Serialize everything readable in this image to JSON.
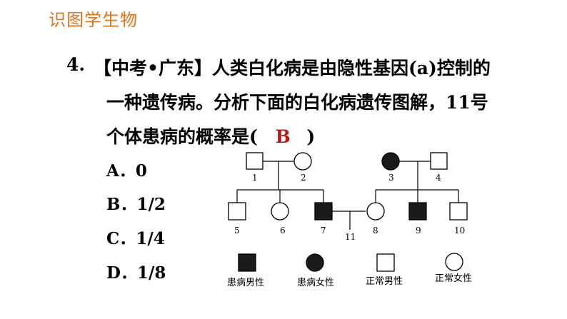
{
  "header": {
    "title": "识图学生物"
  },
  "question": {
    "number": "4.",
    "line1": "【中考•广东】人类白化病是由隐性基因(a)控制的",
    "line2": "一种遗传病。分析下面的白化病遗传图解，11号",
    "line3_prefix": "个体患病的概率是(",
    "answer": "B",
    "line3_suffix": ")"
  },
  "options": [
    {
      "letter": "A．",
      "value": "0"
    },
    {
      "letter": "B．",
      "value": "1/2"
    },
    {
      "letter": "C．",
      "value": "1/4"
    },
    {
      "letter": "D．",
      "value": "1/8"
    }
  ],
  "pedigree": {
    "individuals": [
      {
        "id": "1",
        "sex": "male",
        "affected": false
      },
      {
        "id": "2",
        "sex": "female",
        "affected": false
      },
      {
        "id": "3",
        "sex": "female",
        "affected": true
      },
      {
        "id": "4",
        "sex": "male",
        "affected": false
      },
      {
        "id": "5",
        "sex": "male",
        "affected": false
      },
      {
        "id": "6",
        "sex": "female",
        "affected": false
      },
      {
        "id": "7",
        "sex": "male",
        "affected": true
      },
      {
        "id": "8",
        "sex": "female",
        "affected": false
      },
      {
        "id": "9",
        "sex": "male",
        "affected": true
      },
      {
        "id": "10",
        "sex": "male",
        "affected": false
      },
      {
        "id": "11",
        "sex": "unknown",
        "affected": null
      }
    ],
    "legend": [
      {
        "label": "患病男性",
        "sex": "male",
        "affected": true
      },
      {
        "label": "患病女性",
        "sex": "female",
        "affected": true
      },
      {
        "label": "正常男性",
        "sex": "male",
        "affected": false
      },
      {
        "label": "正常女性",
        "sex": "female",
        "affected": false
      }
    ]
  }
}
